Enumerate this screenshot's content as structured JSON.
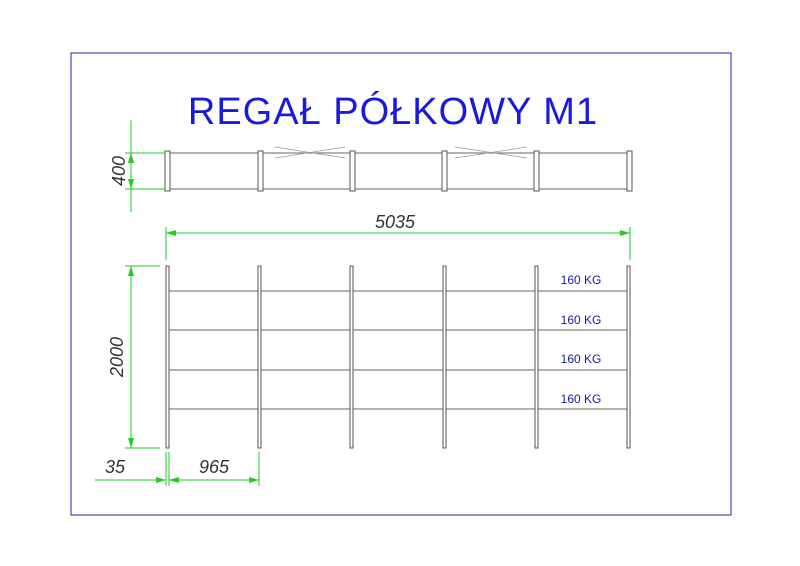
{
  "title": "REGAŁ PÓŁKOWY M1",
  "dimensions": {
    "depth": "400",
    "total_length": "5035",
    "height": "2000",
    "post_width": "35",
    "bay_width": "965"
  },
  "shelf_loads": [
    "160 KG",
    "160 KG",
    "160 KG",
    "160 KG"
  ],
  "colors": {
    "title": "#1a1adb",
    "dimension_lines": "#22cc22",
    "border": "#2222aa",
    "load_labels": "#1a1a9e"
  }
}
